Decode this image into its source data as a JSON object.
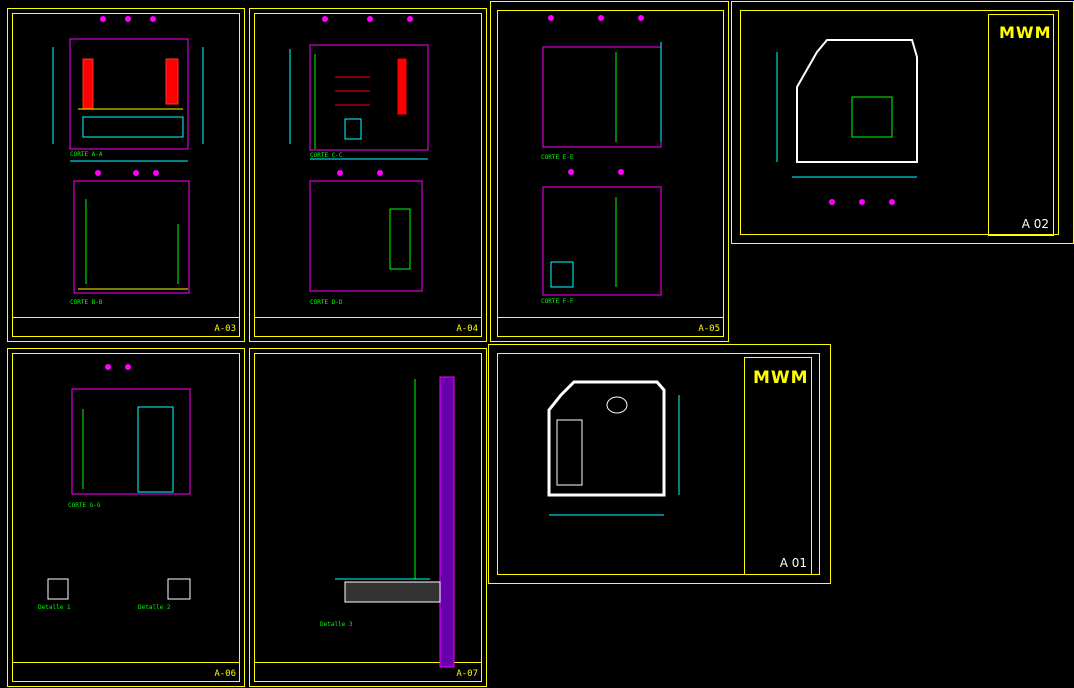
{
  "colors": {
    "background": "#000000",
    "frame": "#ffff00",
    "wall": "#ff00ff",
    "dim": "#00ffff",
    "note": "#ff00ff",
    "accent": "#00ff00"
  },
  "sheets": [
    {
      "code": "A-03",
      "labels": [
        "CORTE A-A",
        "CORTE B-B"
      ]
    },
    {
      "code": "A-04",
      "labels": [
        "CORTE C-C",
        "CORTE D-D"
      ]
    },
    {
      "code": "A-05",
      "labels": [
        "CORTE E-E",
        "CORTE F-F"
      ]
    },
    {
      "code": "A 02",
      "logo": "MWM",
      "labels": []
    },
    {
      "code": "A-06",
      "labels": [
        "CORTE G-G",
        "Detalle 1",
        "Detalle 2"
      ]
    },
    {
      "code": "A-07",
      "labels": [
        "Detalle 3"
      ]
    },
    {
      "code": "A 01",
      "logo": "MWM",
      "labels": []
    }
  ]
}
